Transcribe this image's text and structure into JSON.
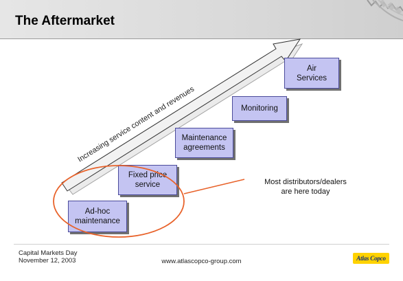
{
  "slide": {
    "title": "The Aftermarket",
    "arrow_label": "Increasing service content and revenues",
    "steps": [
      {
        "lines": [
          "Ad-hoc",
          "maintenance"
        ]
      },
      {
        "lines": [
          "Fixed price",
          "service"
        ]
      },
      {
        "lines": [
          "Maintenance",
          "agreements"
        ]
      },
      {
        "lines": [
          "Monitoring"
        ]
      },
      {
        "lines": [
          "Air",
          "Services"
        ]
      }
    ],
    "annotation": {
      "line1": "Most distributors/dealers",
      "line2": "are here today"
    }
  },
  "footer": {
    "event": "Capital Markets Day",
    "date": "November 12, 2003",
    "url": "www.atlascopco-group.com",
    "logo_text": "Atlas Copco"
  },
  "colors": {
    "box_fill": "#c4c4f2",
    "box_border": "#4a4a9a",
    "highlight_ellipse": "#e8622a",
    "logo_bg": "#ffd200",
    "logo_text": "#12307a"
  },
  "icons": {
    "title_decoration": "gear-icon",
    "company_logo": "atlas-copco-logo"
  }
}
